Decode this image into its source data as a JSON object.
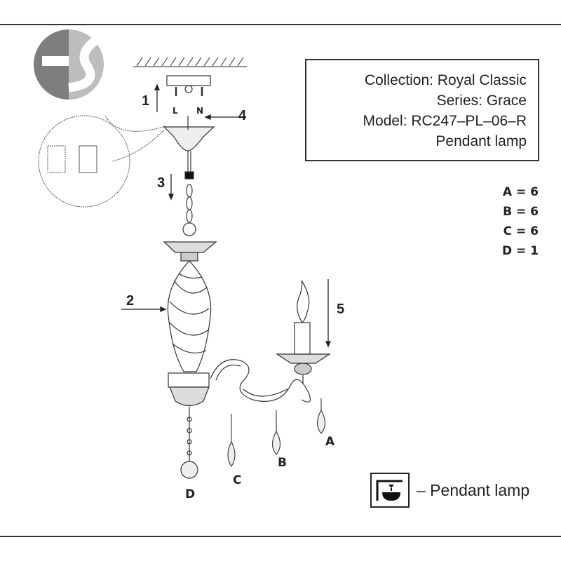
{
  "info": {
    "collection": "Collection: Royal Classic",
    "series": "Series: Grace",
    "model": "Model: RC247–PL–06–R",
    "type": "Pendant lamp"
  },
  "counts": [
    "A = 6",
    "B = 6",
    "C = 6",
    "D = 1"
  ],
  "steps": [
    "1",
    "2",
    "3",
    "4",
    "5"
  ],
  "wire_labels": {
    "live": "L",
    "neutral": "N"
  },
  "part_labels": {
    "a": "A",
    "b": "B",
    "c": "C",
    "d": "D"
  },
  "legend": {
    "icon": "pendant-lamp-icon",
    "text": "– Pendant lamp"
  },
  "logo": {
    "text": "ES",
    "colors": [
      "#7d7d7d",
      "#bdbdbd"
    ]
  }
}
